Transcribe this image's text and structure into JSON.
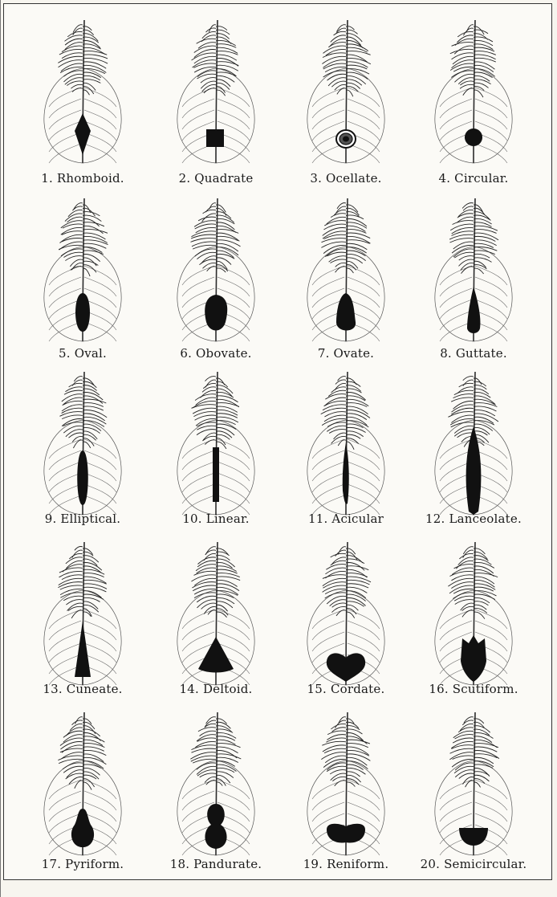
{
  "plate": {
    "feathers": [
      {
        "label": "1. Rhomboid.",
        "shape": "rhomboid"
      },
      {
        "label": "2. Quadrate",
        "shape": "quadrate"
      },
      {
        "label": "3. Ocellate.",
        "shape": "ocellate"
      },
      {
        "label": "4. Circular.",
        "shape": "circular"
      },
      {
        "label": "5. Oval.",
        "shape": "oval"
      },
      {
        "label": "6. Obovate.",
        "shape": "obovate"
      },
      {
        "label": "7. Ovate.",
        "shape": "ovate"
      },
      {
        "label": "8. Guttate.",
        "shape": "guttate"
      },
      {
        "label": "9. Elliptical.",
        "shape": "elliptical"
      },
      {
        "label": "10. Linear.",
        "shape": "linear"
      },
      {
        "label": "11. Acicular",
        "shape": "acicular"
      },
      {
        "label": "12. Lanceolate.",
        "shape": "lanceolate"
      },
      {
        "label": "13. Cuneate.",
        "shape": "cuneate"
      },
      {
        "label": "14. Deltoid.",
        "shape": "deltoid"
      },
      {
        "label": "15. Cordate.",
        "shape": "cordate"
      },
      {
        "label": "16. Scutiform.",
        "shape": "scutiform"
      },
      {
        "label": "17. Pyriform.",
        "shape": "pyriform"
      },
      {
        "label": "18. Pandurate.",
        "shape": "pandurate"
      },
      {
        "label": "19. Reniform.",
        "shape": "reniform"
      },
      {
        "label": "20. Semicircular.",
        "shape": "semicircular"
      }
    ]
  }
}
